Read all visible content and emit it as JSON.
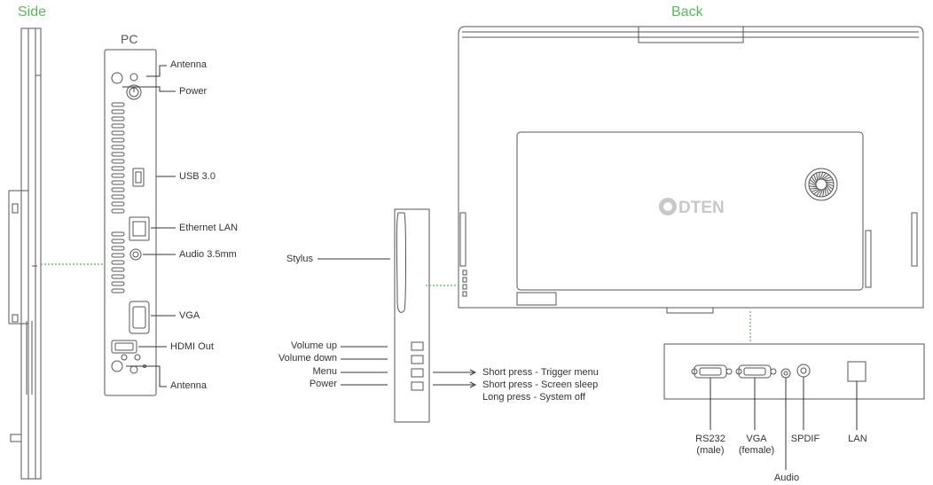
{
  "accent": "#5cb85c",
  "titles": {
    "side": "Side",
    "back": "Back",
    "pc": "PC"
  },
  "pc_labels": {
    "antenna_top": "Antenna",
    "power": "Power",
    "usb": "USB 3.0",
    "ethernet": "Ethernet LAN",
    "audio": "Audio 3.5mm",
    "vga": "VGA",
    "hdmi": "HDMI Out",
    "antenna_bottom": "Antenna"
  },
  "side_labels": {
    "stylus": "Stylus",
    "volume_up": "Volume up",
    "volume_down": "Volume down",
    "menu": "Menu",
    "power": "Power"
  },
  "menu_actions": {
    "short_press_menu": "Short press - Trigger menu",
    "short_press_sleep": "Short press - Screen sleep",
    "long_press_off": "Long press - System off"
  },
  "brand": "DTEN",
  "ports": {
    "rs232": "RS232",
    "rs232_sub": "(male)",
    "vga": "VGA",
    "vga_sub": "(female)",
    "audio": "Audio",
    "spdif": "SPDIF",
    "lan": "LAN"
  }
}
